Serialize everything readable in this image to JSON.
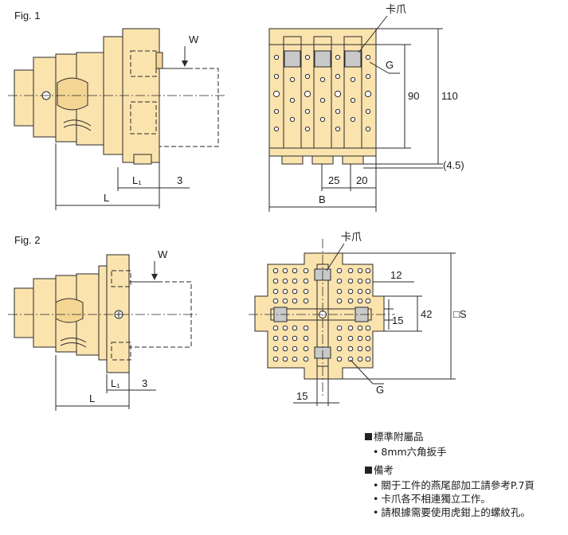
{
  "fig1": {
    "title": "Fig. 1",
    "jaw_label": "卡爪",
    "labels": {
      "W": "W",
      "G": "G",
      "L1": "L₁",
      "three": "3",
      "L": "L",
      "d90": "90",
      "d110": "110",
      "d4_5": "(4.5)",
      "d25": "25",
      "d20": "20",
      "B": "B"
    }
  },
  "fig2": {
    "title": "Fig. 2",
    "jaw_label": "卡爪",
    "labels": {
      "W": "W",
      "L1": "L₁",
      "three": "3",
      "L": "L",
      "d12": "12",
      "d15r": "15",
      "d42": "42",
      "S": "□S",
      "d15b": "15",
      "G": "G"
    }
  },
  "notes": {
    "standard_heading": "標準附屬品",
    "standard_items": [
      "8mm六角扳手"
    ],
    "remarks_heading": "備考",
    "remarks_items": [
      "關于工件的燕尾部加工請參考P.7頁",
      "卡爪各不相連獨立工作。",
      "請根據需要使用虎鉗上的螺紋孔。"
    ]
  },
  "colors": {
    "body": "#fbe3ad",
    "jaw": "#c9c9c9",
    "line": "#2a2a2a"
  }
}
